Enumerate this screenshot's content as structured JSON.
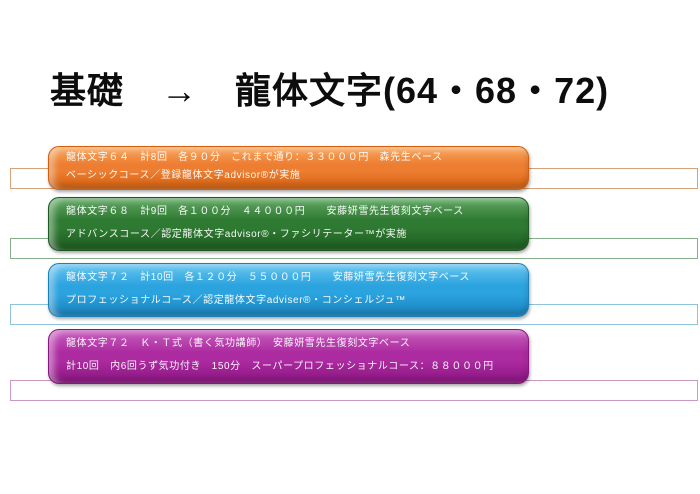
{
  "title": "基礎　→　龍体文字(64・68・72)",
  "rows": [
    {
      "id": "course-64-basic",
      "line1": "龍体文字６４　計8回　各９０分　これまで通り：３３０００円　森先生ベース",
      "line2": "ベーシックコース／登録龍体文字advisor®が実施",
      "colors": {
        "main": "#ED7D31",
        "light": "#F8A75F",
        "dark": "#D2600E",
        "outline": "#D5A27B"
      }
    },
    {
      "id": "course-68-advance",
      "line1": "龍体文字６８　計9回　各１００分　４４０００円　　安藤妍雪先生復刻文字ベース",
      "line2": "アドバンスコース／認定龍体文字advisor®・ファシリテーター™が実施",
      "colors": {
        "main": "#2F7A32",
        "light": "#63A966",
        "dark": "#1C5A1F",
        "outline": "#85AF88"
      }
    },
    {
      "id": "course-72-professional",
      "line1": "龍体文字７２　計10回　各１２０分　５５０００円　　安藤妍雪先生復刻文字ベース",
      "line2": "プロフェッショナルコース／認定龍体文字adviser®・コンシェルジュ™",
      "colors": {
        "main": "#2BA3DF",
        "light": "#67C5F0",
        "dark": "#1881BB",
        "outline": "#8FC3DC"
      }
    },
    {
      "id": "course-72-super-professional",
      "line1": "龍体文字７２　Ｋ・Ｔ式（書く気功講師）　安藤妍雪先生復刻文字ベース",
      "line2": "計10回　内6回うず気功付き　150分　スーパープロフェッショナルコース：８８０００円",
      "colors": {
        "main": "#AC2BA0",
        "light": "#C95FBE",
        "dark": "#8A1580",
        "outline": "#C998C5"
      }
    }
  ]
}
